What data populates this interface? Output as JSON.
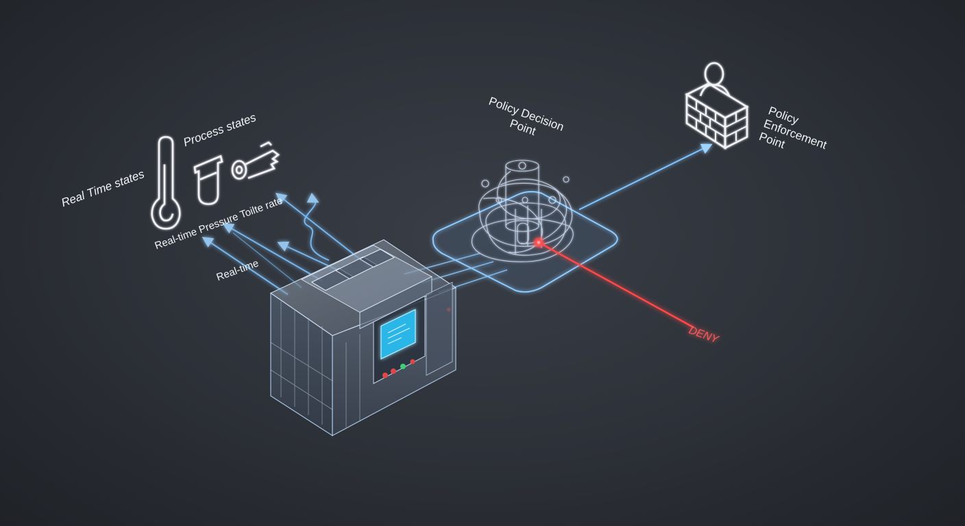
{
  "labels": {
    "real_time_states": "Real Time states",
    "process_states": "Process states",
    "sensor_caption": "Real-time Pressure Toilte rate",
    "real_time": "Real-time",
    "pdp_line1": "Policy Decision",
    "pdp_line2": "Point",
    "pep_line1": "Policy",
    "pep_line2": "Enforcement",
    "pep_line3": "Point",
    "deny": "DENY"
  },
  "colors": {
    "background": "#2c3037",
    "flow_blue": "#7fc4ff",
    "deny_red": "#ff4a4a",
    "label_white": "#f2f4f7",
    "screen_cyan": "#4fd6ff"
  },
  "icons": [
    "thermometer-icon",
    "test-tube-icon",
    "valve-key-icon",
    "user-firewall-icon"
  ]
}
